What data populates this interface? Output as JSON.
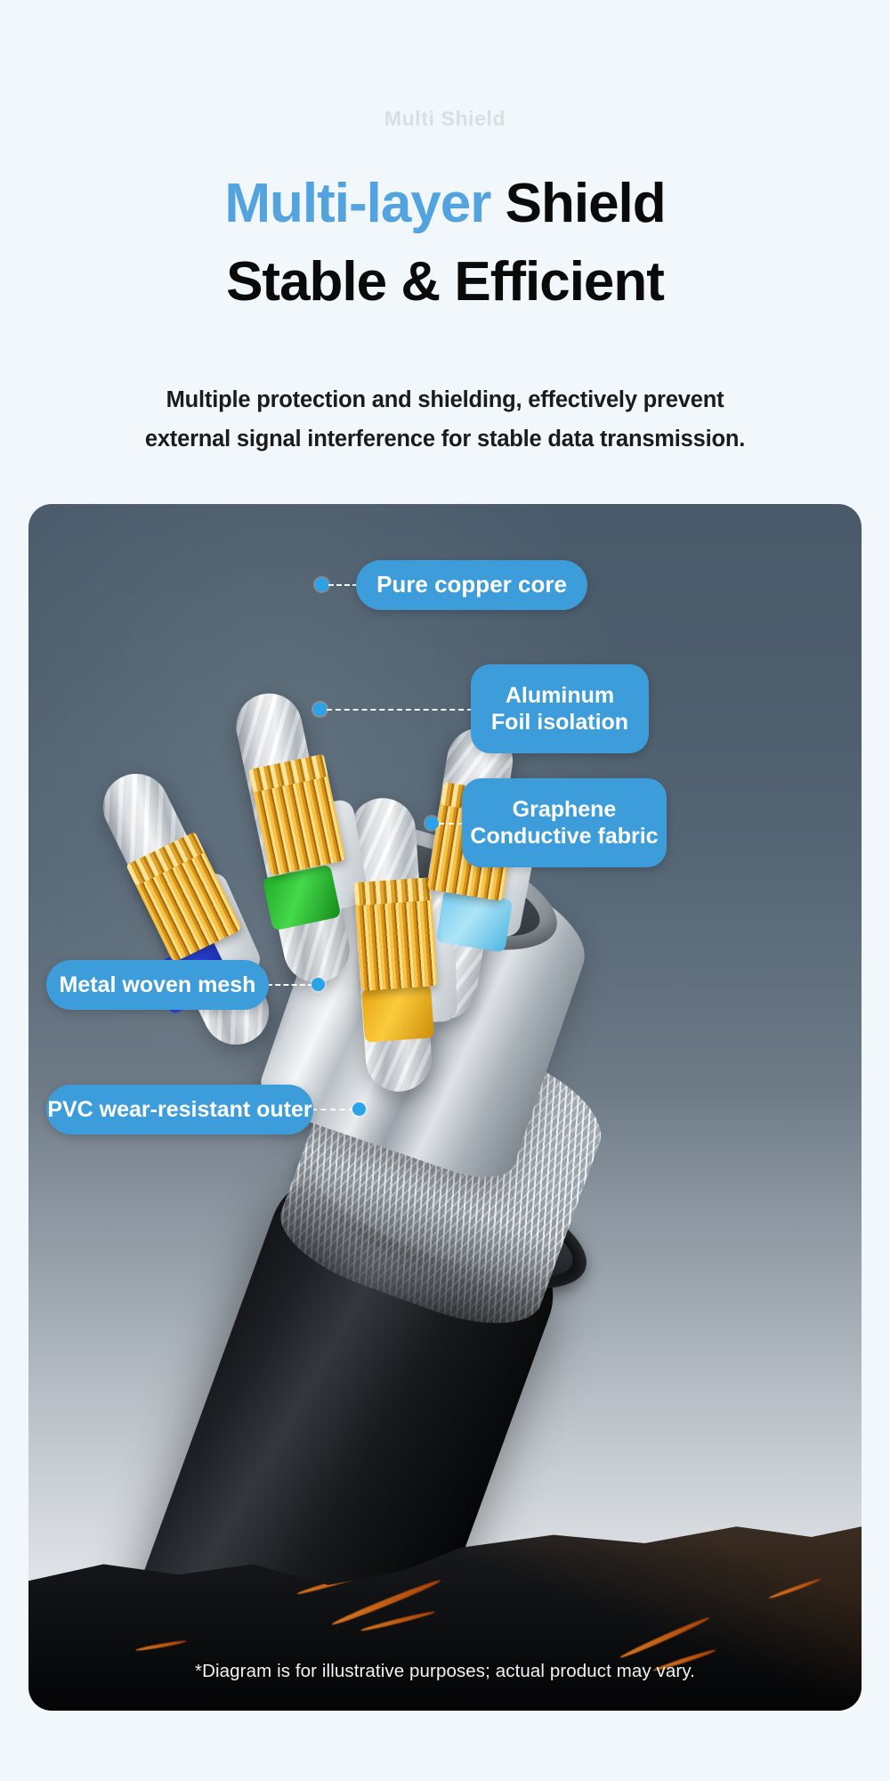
{
  "header": {
    "eyebrow": "Multi Shield",
    "headline_accent": "Multi-layer",
    "headline_rest": " Shield",
    "headline_line2": "Stable & Efficient",
    "subcopy_line1": "Multiple protection and shielding, effectively prevent",
    "subcopy_line2": "external signal interference for stable data transmission."
  },
  "diagram": {
    "footnote": "*Diagram is for illustrative purposes; actual product may vary.",
    "callouts": [
      {
        "id": "copper",
        "label": "Pure copper core",
        "side": "right"
      },
      {
        "id": "alum",
        "label": "Aluminum\nFoil isolation",
        "side": "right"
      },
      {
        "id": "graph",
        "label": "Graphene\nConductive fabric",
        "side": "right"
      },
      {
        "id": "mesh",
        "label": "Metal woven mesh",
        "side": "left"
      },
      {
        "id": "pvc",
        "label": "PVC wear-resistant outer",
        "side": "left"
      }
    ],
    "wire_colors": [
      "#2f49e8",
      "#45d94b",
      "#fbcb3d",
      "#aee4f7"
    ]
  },
  "colors": {
    "page_background": "#f2f7fc",
    "accent_blue": "#53a3de",
    "pill_blue": "#3d9ddb",
    "dot_blue": "#2aa3e8",
    "heading_black": "#0a0a0a",
    "eyebrow_gray": "#dadfe6"
  }
}
